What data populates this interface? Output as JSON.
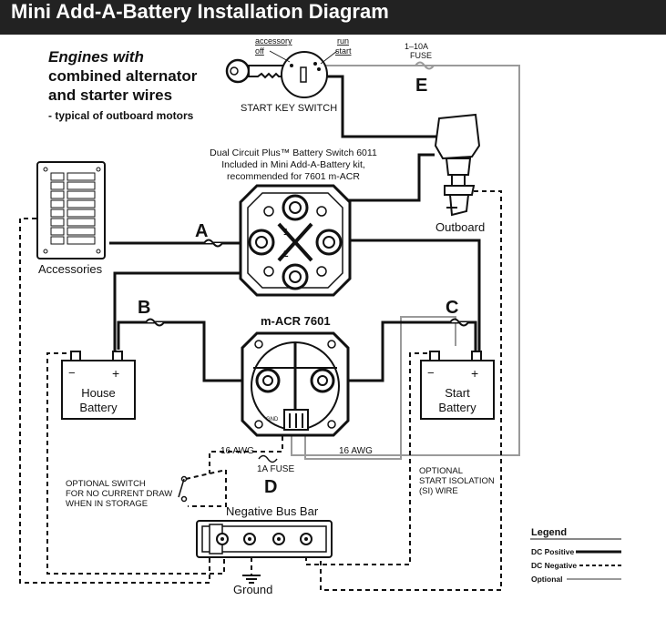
{
  "title": "Mini Add-A-Battery Installation Diagram",
  "heading": {
    "lines": [
      "Engines with",
      "combined alternator",
      "and starter wires"
    ],
    "note": "- typical of outboard motors"
  },
  "key_switch": {
    "label": "START KEY SWITCH",
    "positions": {
      "accessory": "accessory",
      "off": "off",
      "run": "run",
      "start": "start"
    }
  },
  "fuse_e": {
    "rating": "1–10A",
    "name": "FUSE",
    "letter": "E"
  },
  "battery_switch": {
    "caption": [
      "Dual Circuit Plus™ Battery Switch 6011",
      "Included in Mini Add-A-Battery kit,",
      "recommended for 7601 m-ACR"
    ],
    "terminals": {
      "t1": "1",
      "t2": "2"
    }
  },
  "outboard": {
    "label": "Outboard"
  },
  "accessories": {
    "label": "Accessories"
  },
  "letters": {
    "a": "A",
    "b": "B",
    "c": "C",
    "d": "D"
  },
  "macr": {
    "label": "m-ACR 7601",
    "gnd": "GND"
  },
  "house_battery": {
    "label_lines": [
      "House",
      "Battery"
    ],
    "minus": "−",
    "plus": "+"
  },
  "start_battery": {
    "label_lines": [
      "Start",
      "Battery"
    ],
    "minus": "−",
    "plus": "+"
  },
  "awg_left": "16 AWG",
  "awg_right": "16 AWG",
  "fuse_d": "1A FUSE",
  "optional_switch": [
    "OPTIONAL SWITCH",
    "FOR NO CURRENT DRAW",
    "WHEN IN STORAGE"
  ],
  "optional_start": [
    "OPTIONAL",
    "START ISOLATION",
    "(SI) WIRE"
  ],
  "bus_bar": {
    "label": "Negative Bus Bar"
  },
  "ground": {
    "label": "Ground"
  },
  "legend": {
    "title": "Legend",
    "items": [
      {
        "label": "DC Positive",
        "style": "solid",
        "color": "#111111"
      },
      {
        "label": "DC Negative",
        "style": "dashed",
        "color": "#111111"
      },
      {
        "label": "Optional",
        "style": "solid-thin",
        "color": "#9a9a9a"
      }
    ]
  },
  "colors": {
    "banner": "#222222",
    "wire": "#111111",
    "optional": "#9a9a9a"
  }
}
